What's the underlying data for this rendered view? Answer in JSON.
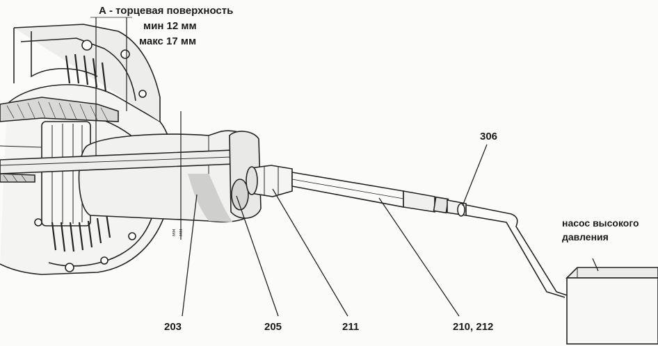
{
  "header": {
    "line1": "А - торцевая поверхность",
    "line2": "мин 12 мм",
    "line3": "макс 17 мм"
  },
  "callouts": {
    "c306": "306",
    "c203": "203",
    "c205": "205",
    "c211": "211",
    "c210_212": "210, 212"
  },
  "pump": {
    "line1": "насос высокого",
    "line2": "давления"
  },
  "dim_note": {
    "a": "мм",
    "b": "мм"
  }
}
